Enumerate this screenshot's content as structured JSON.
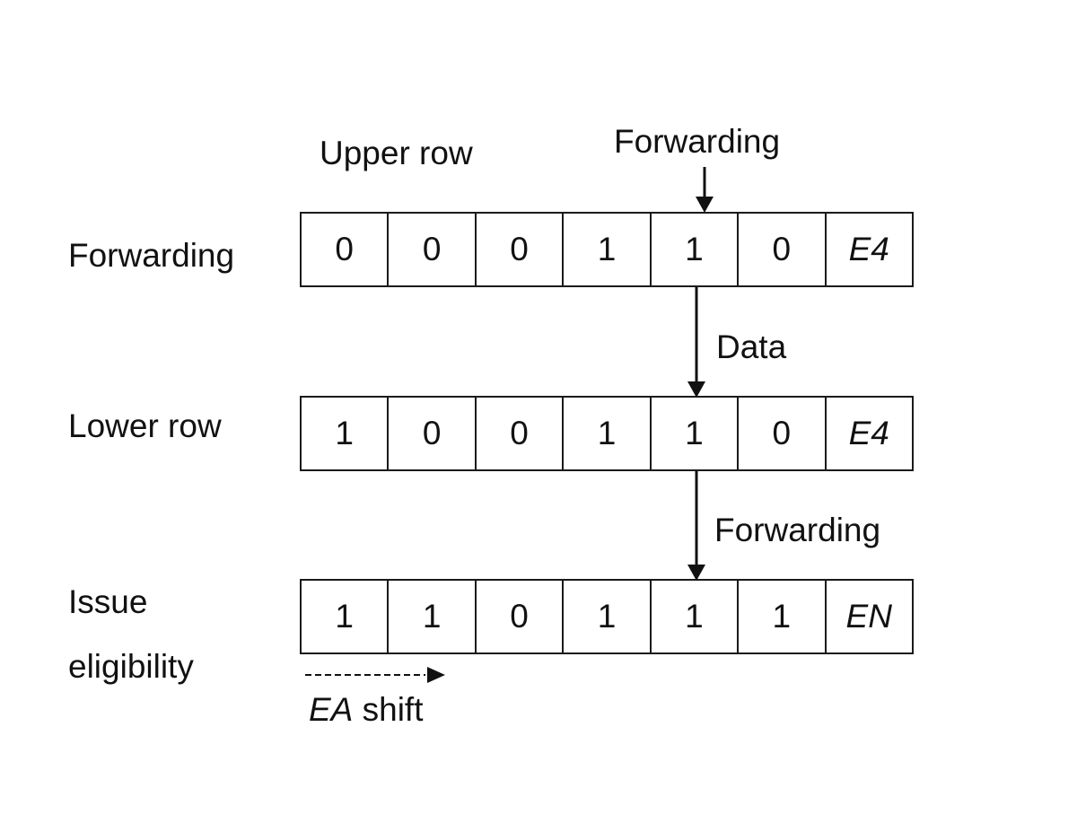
{
  "labels": {
    "upper_row_caption": "Upper row",
    "top_forwarding": "Forwarding",
    "row1_label": "Forwarding",
    "row2_label": "Lower row",
    "row3_label_line1": "Issue",
    "row3_label_line2": "eligibility",
    "data_arrow": "Data",
    "forwarding_arrow": "Forwarding",
    "ea_shift_italic": "EA",
    "ea_shift_rest": " shift"
  },
  "rows": [
    {
      "cells": [
        "0",
        "0",
        "0",
        "1",
        "1",
        "0",
        "E4"
      ]
    },
    {
      "cells": [
        "1",
        "0",
        "0",
        "1",
        "1",
        "0",
        "E4"
      ]
    },
    {
      "cells": [
        "1",
        "1",
        "0",
        "1",
        "1",
        "1",
        "EN"
      ]
    }
  ]
}
